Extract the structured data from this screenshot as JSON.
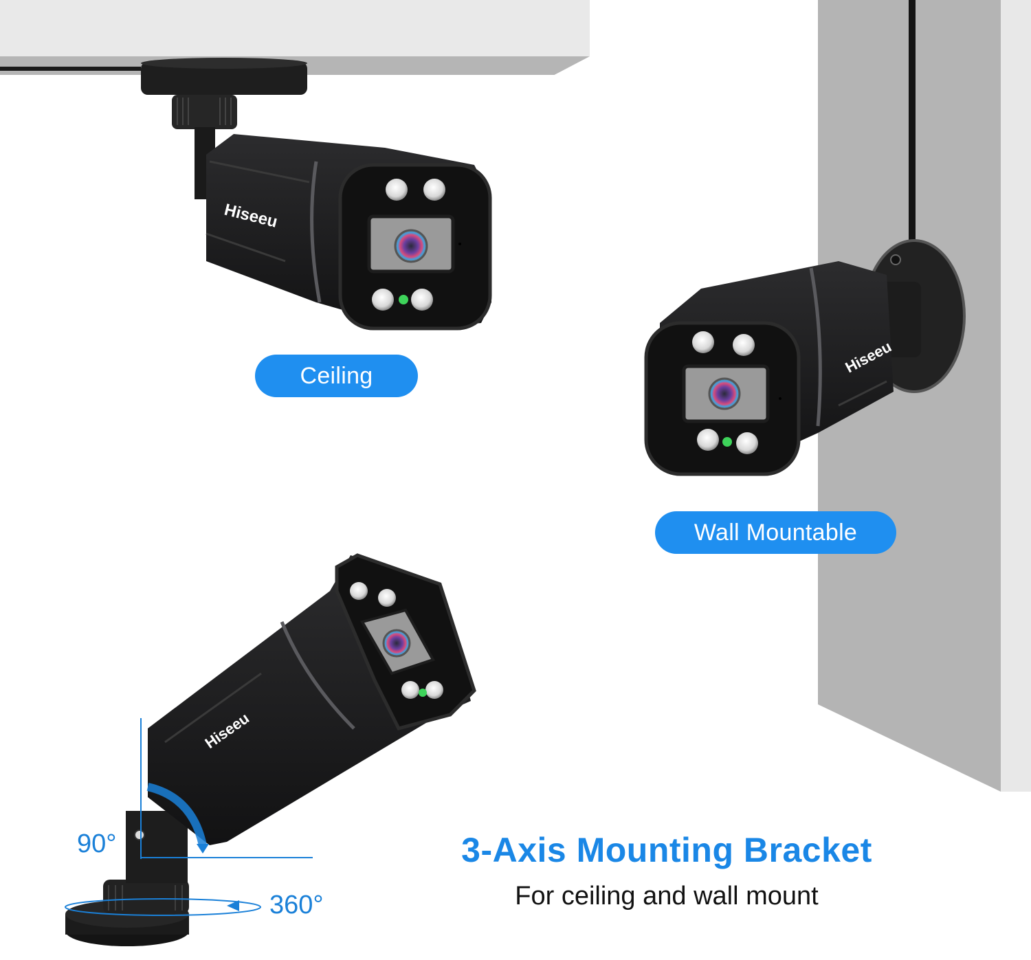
{
  "scene": {
    "brand_logo_text": "Hiseeu",
    "colors": {
      "accent_blue": "#1f8ff0",
      "headline_blue": "#1a87e6",
      "wall_gray": "#b4b4b4",
      "ceiling_gray": "#e9e9e9",
      "camera_black": "#1c1c1e",
      "status_led_green": "#3ed35a"
    }
  },
  "labels": {
    "ceiling": "Ceiling",
    "wall": "Wall Mountable"
  },
  "bracket": {
    "tilt_angle": "90°",
    "pan_angle": "360°"
  },
  "feature": {
    "title": "3-Axis Mounting Bracket",
    "subtitle": "For ceiling and wall mount"
  }
}
